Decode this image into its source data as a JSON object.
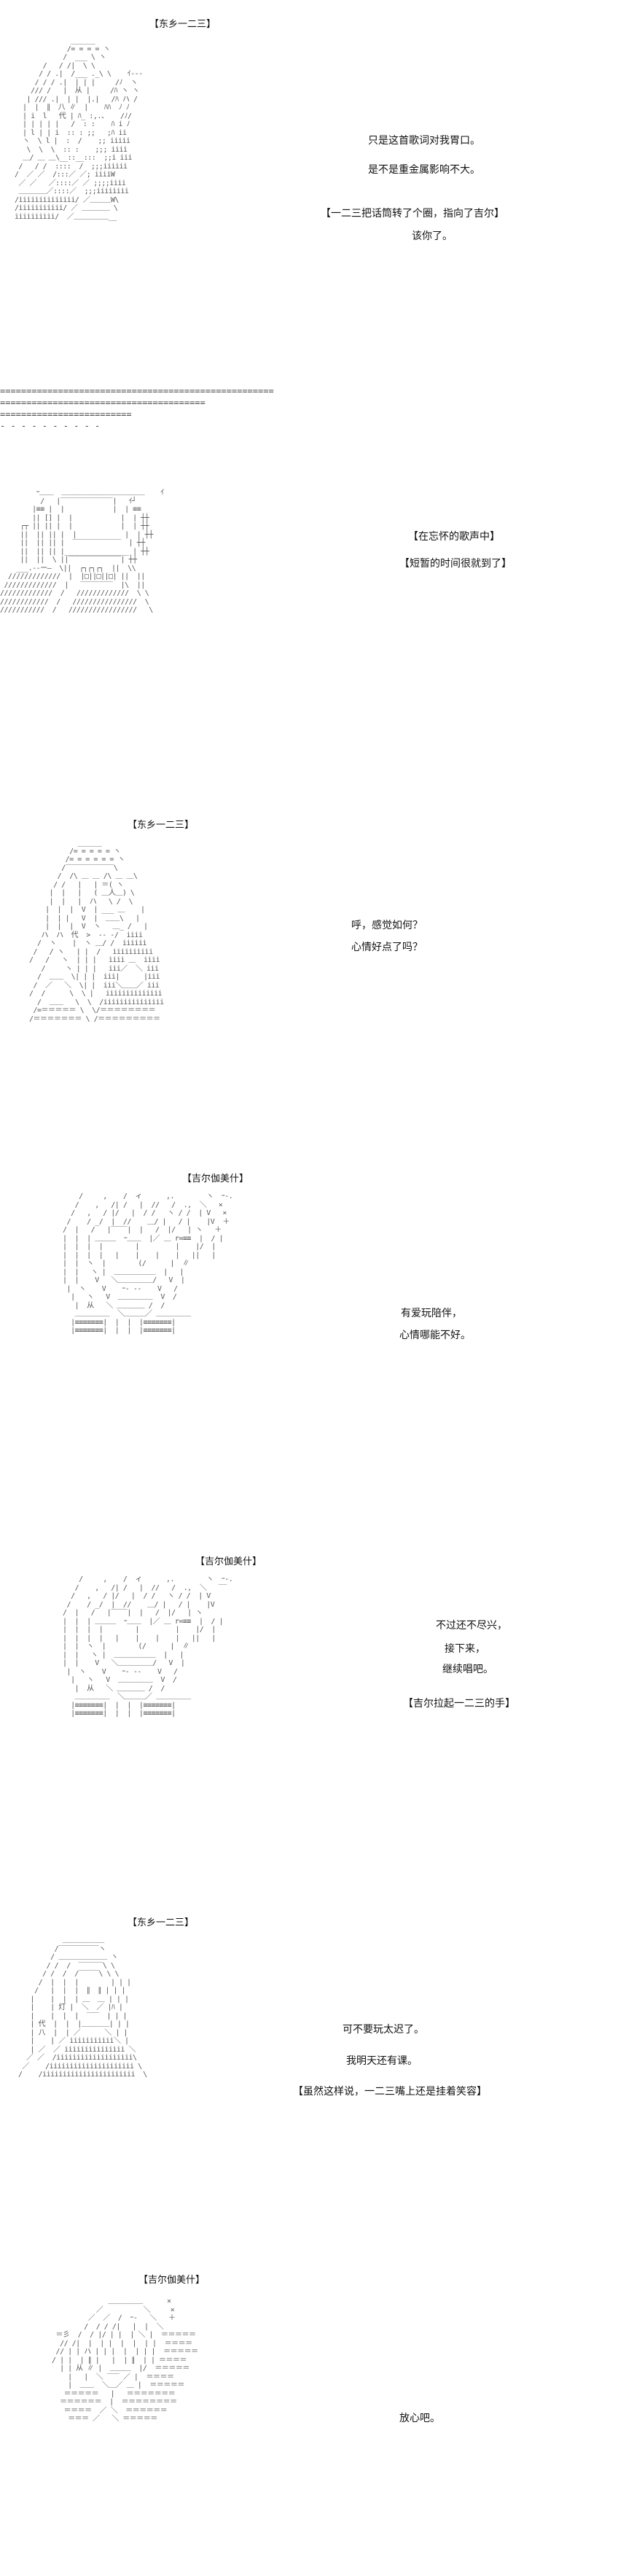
{
  "panels": [
    {
      "speaker": "【东乡一二三】",
      "lines": [
        "只是这首歌词对我胃口。",
        "是不是重金属影响不大。",
        "【一二三把话筒转了个圈，指向了吉尔】",
        "该你了。"
      ],
      "art": "              ______\n             /= = = = ヽ\n            /  ___ \\ ヽ\n       /   / /|  \\ \\\n      / / .|  /___ ._\\ \\    ｲ‐-‐\n     / / / .|  | | |     /ﾉ  ヽ\n    /// /   |  从 |     /ﾊ ヽ ヽ\n   | /// .|  | |  |.|   /ﾊ ハ /\n  |  |  ∥  八 ∥  |    ﾊﾊ  ﾉ ﾉ\n  | i  l   代 | ﾊ_ :,.、   /ﾉ/\n  | | | | |   /  : :    ﾊ i ﾉ\n  | l | | i  :: : ;;   ;ﾊ ii\n  ヽ  \\ l |  :  /    ;; iiiii\n   \\  \\  \\  :: :    ;;; iiii\n  ＿/ ＿ ＿\\__::__:::  ;;i iii\n /   / /  ::::  /  ;;;iiiiii\n/  ／ ／  /:::／ ／; iiiiW\n ／ ／   ／::::／ ／ ;;;;iiii\n ＿＿＿＿／::::／  ;;;iiiiiiii\n/iiiiiiiiiiiiii/ ／＿＿＿W\\\n/iiiiiiiiiii/ ／ ＿＿＿＿ \\\niiiiiiiiii/  ／＿＿＿＿＿__"
    },
    {
      "speaker": "",
      "lines": [
        "【在忘怀的歌声中】",
        "【短暂的时间很就到了】"
      ],
      "art": "         ｰ＿＿  ＿＿＿＿＿＿＿＿＿＿＿＿    ｲ\n          /   |‾‾‾‾‾‾‾‾‾‾‾‾‾|   ｲ┘  \n        |≡≡ |  |            |  | ≡≡\n        || [] |  |            |  | ┼┼\n     ┌┬ || || |  |            |  | ┼┼\n     ||  || || |  |            |  | ┼┼\n     ||  || || |  ‾‾‾‾‾‾‾‾‾‾‾‾  | ┼┼\n     ||  || || |________________ | ┼┼\n     ||  ||  \\ ||‾‾‾‾‾‾‾‾‾‾‾‾‾| ┼┼\n    ___.--ー―  \\||  ┌┐┌┐┌┐  ||  \\\\\n  /////////////  |  |□||□||□| ||  ||\n /////////////  |   ‾‾‾‾‾‾‾‾  |\\  ||\n/////////////  /   /////////////  \\ \\\n////////////  /   ////////////////  \\\n///////////  /   /////////////////   \\"
    },
    {
      "speaker": "【东乡一二三】",
      "lines": [
        "呼，感觉如何？",
        "心情好点了吗？"
      ],
      "art": "            ______\n          /= = = = = ヽ\n         /= = = = = = ヽ\n        /‾‾‾‾‾‾‾‾‾‾‾‾\\\n       /  /\\ ＿ ＿ /\\ ＿ ＿\\\n      / /   |   | ＝( ヽ\n     |  |   |   ( ＿人＿) \\\n     |  |   |  ハ   \\ /  \\\n    |  |  |  V  | ___ ＿    |\n    |  | |   V  |  ＿＿\\   |\n    |  |  |  V  ヽ   ＿_ /   |\n   ハ  ハ  代  >  ‐‐ ‐/  iiii\n  /  ヽ    |  ヽ ＿/ /  iiiiii\n /   / ヽ   | |  /   iiiiiiiiii\n/   /   ヽ  | | |   iiii ＿  iiii\n   /     ヽ | | |   iii／  ＼ iii\n  /  ＿＿  \\| | |  iii|      |iii\n /  ／   ＼  \\| |  iii＼＿＿／ iii\n/  /      \\  \\ |   iiiiiiiiiiiiii\n  /  ＿＿   \\  \\  /iiiiiiiiiiiiiii\n /=＝＝＝＝＝ \\  \\/＝＝＝＝＝＝＝＝\n/＝＝＝＝＝＝＝ \\ /＝＝＝＝＝＝＝＝＝"
    },
    {
      "speaker": "【吉尔伽美什】",
      "lines": [
        "有爱玩陪伴，",
        "心情哪能不好。"
      ],
      "art": "      /     ,    /  ィ      ,.        ヽ  ｰ‐.\n     /    ,   /| /   |  //   /  .,  ＼   × \n    /   ,   / |/   |  / /   ヽ / /  | V   × \n   /    / _/  |  //    ＿/ |   / |    |V  ＋\n  /  |   /   |‾‾‾‾|  |   /  |/   | ヽ   ＋\n  |  |  | ＿＿＿  ｰ＿＿  |／ ＿ r=≡≡  |  / |\n  |  |  |  |        |         |    |/  |\n  |  |  |  |   |    |    |    |   ||   |\n  |  |  ヽ  |        (/      |  ∥   \n  |  |   ヽ |  ＿＿＿＿＿＿  |   |   \n  |  |    V   ＼＿＿＿＿＿/   V  |   \n   |  ヽ    V    ｰ‐ ‐‐    V   /   \n    |   ヽ   V  ＿＿＿＿＿  V  /    \n     |  从   ＼ ＿＿＿＿ /  /      \n     ＿＿＿＿＿  ＼＿＿＿／ ＿＿＿＿＿\n    |≡≡≡≡≡≡≡|  |  |  |≡≡≡≡≡≡≡|\n    |≡≡≡≡≡≡≡|  |  |  |≡≡≡≡≡≡≡|"
    },
    {
      "speaker": "【吉尔伽美什】",
      "lines": [
        "不过还不尽兴，",
        "接下来，",
        "继续唱吧。",
        "【吉尔拉起一二三的手】"
      ],
      "art": "      /     ,    /  ィ      ,.        ヽ  ｰ‐.\n     /    ,   /| /   |  //   /  .,  ＼   ‾‾\n    /   ,   / |/   |  / /   ヽ / /  | V     \n   /    / _/  |  //    ＿/ |   / |    |V   \n  /  |   /   |‾‾‾‾|  |   /  |/   | ヽ    \n  |  |  | ＿＿＿  ｰ＿＿  |／ ＿ r=≡≡  |  / |\n  |  |  |  |        |         |    |/  |\n  |  |  |  |   |    |    |    |   ||   |\n  |  |  ヽ  |        (/      |  ∥   \n  |  |   ヽ |  ＿＿＿＿＿＿  |   |   \n  |  |    V   ＼＿＿＿＿＿/   V  |   \n   |  ヽ    V    ｰ‐ ‐‐    V   /   \n    |   ヽ   V  ＿＿＿＿＿  V  /    \n     |  从   ＼ ＿＿＿＿ /  /      \n     ＿＿＿＿＿  ＼＿＿＿／ ＿＿＿＿＿\n    |≡≡≡≡≡≡≡|  |  |  |≡≡≡≡≡≡≡|\n    |≡≡≡≡≡≡≡|  |  |  |≡≡≡≡≡≡≡|"
    },
    {
      "speaker": "【东乡一二三】",
      "lines": [
        "可不要玩太迟了。",
        "我明天还有课。",
        "【虽然这样说，一二三嘴上还是挂着笑容】"
      ],
      "art": "           ＿＿＿＿＿＿\n         /‾‾‾‾‾‾‾‾‾‾ヽ\n        / ＿＿＿＿＿＿＿ ヽ\n       / /  /  ‾‾‾‾‾‾\\ \\\n      / /  /  /‾‾‾‾‾\\ \\ \\\n     /  |  |  |        | | |\n    /   |  |  |  ∥  ∥ | | |\n   |    |  |  | ＿  ＿ | | |\n   |    | 灯 |  ＼  ／ |ﾊ |\n   |    |  |  |  ‾‾‾  | | |\n   | 代  |  |  |＿＿＿＿| | |\n   | 八  |  | ／      ＼ | |\n   |    | ／ iiiiiiiiiii＼ |\n   | ／  ／ iiiiiiiiiiiiiii ＼\n  ／ ／  /iiiiiiiiiiiiiiiiiii\\\n ／    /iiiiiiiiiiiiiiiiiiiii \\\n/    /iiiiiiiiiiiiiiiiiiiiiii  \\"
    },
    {
      "speaker": "【吉尔伽美什】",
      "lines": [
        "放心吧。"
      ],
      "art": "                ＿＿＿＿＿      ×\n             ／          ＼     × \n           ／  ／  /  ｰ‐   ＼   ＋\n          /  / / /|   |  |  ＼\n   ＝彡  /  / |/ | |  | ＼ |  ＝＝＝＝＝\n    // /|  |  | |  |  |  | |  ＝＝＝＝\n   // | | ハ | | |  |  | | |  ＝＝＝＝＝\n  / | |  | ∥ |   |  | ∥  | | ＝＝＝＝\n    | | 从 ∥ |  ＿＿＿  |/  ＝＝＝＝＝\n      |   |  ＼ ‾‾‾ ／ |  ＝＝＝＝\n      |  ＿＿  ＼＿／ ＿ |  ＝＝＝＝＝\n     ＝＝＝＝＝   |   ＝＝＝＝＝＝＝\n    ＝＝＝＝＝＝  |  ＝＝＝＝＝＝＝＝\n     ＝＝＝＝  ／ ＼  ＝＝＝＝＝＝\n      ＝＝＝ ／   ＼ ＝＝＝＝＝"
    }
  ],
  "separator": "====================================================\n=======================================\n=========================\n- - - - - - - - - -"
}
